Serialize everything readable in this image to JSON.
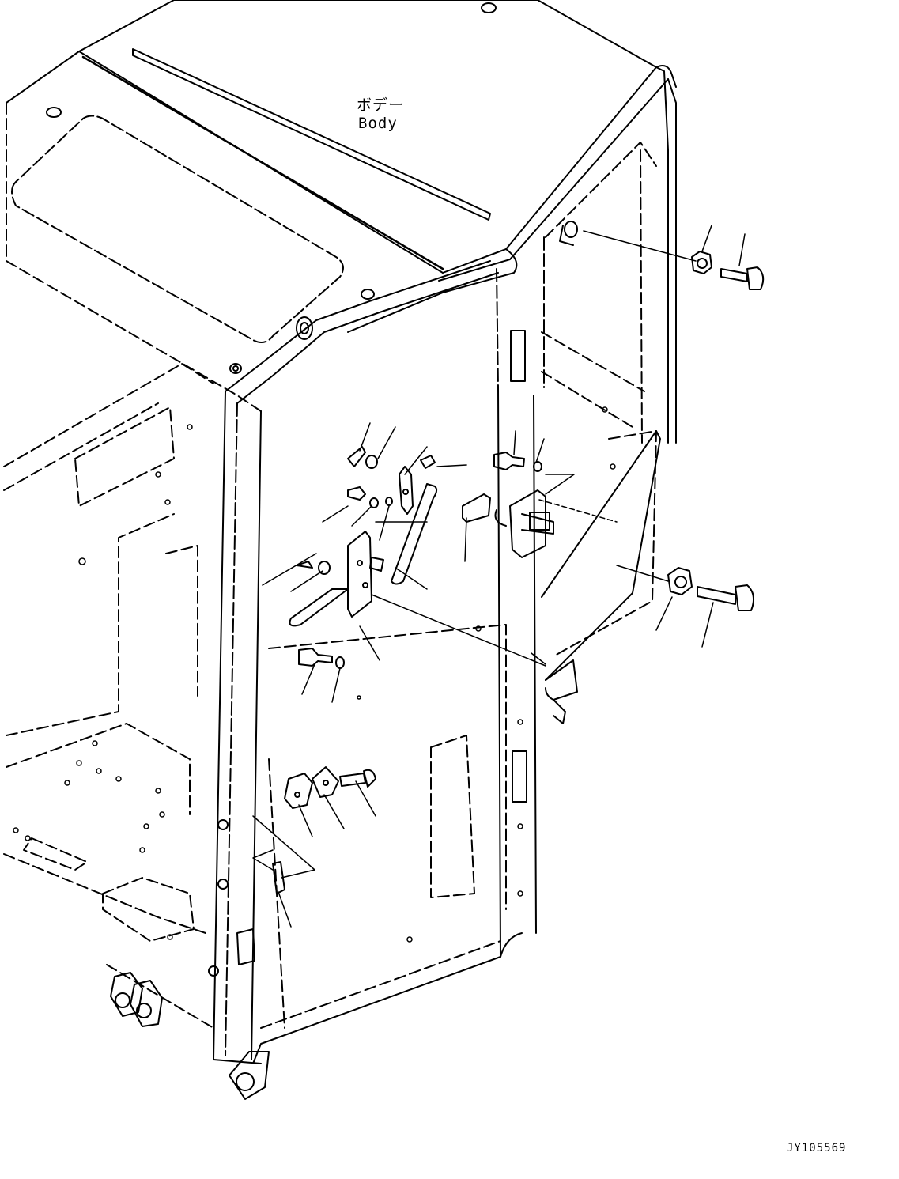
{
  "labels": {
    "body_jp": "ボデー",
    "body_en": "Body",
    "drawing_id": "JY105569"
  },
  "style": {
    "stroke_color": "#000000",
    "background": "#ffffff"
  }
}
